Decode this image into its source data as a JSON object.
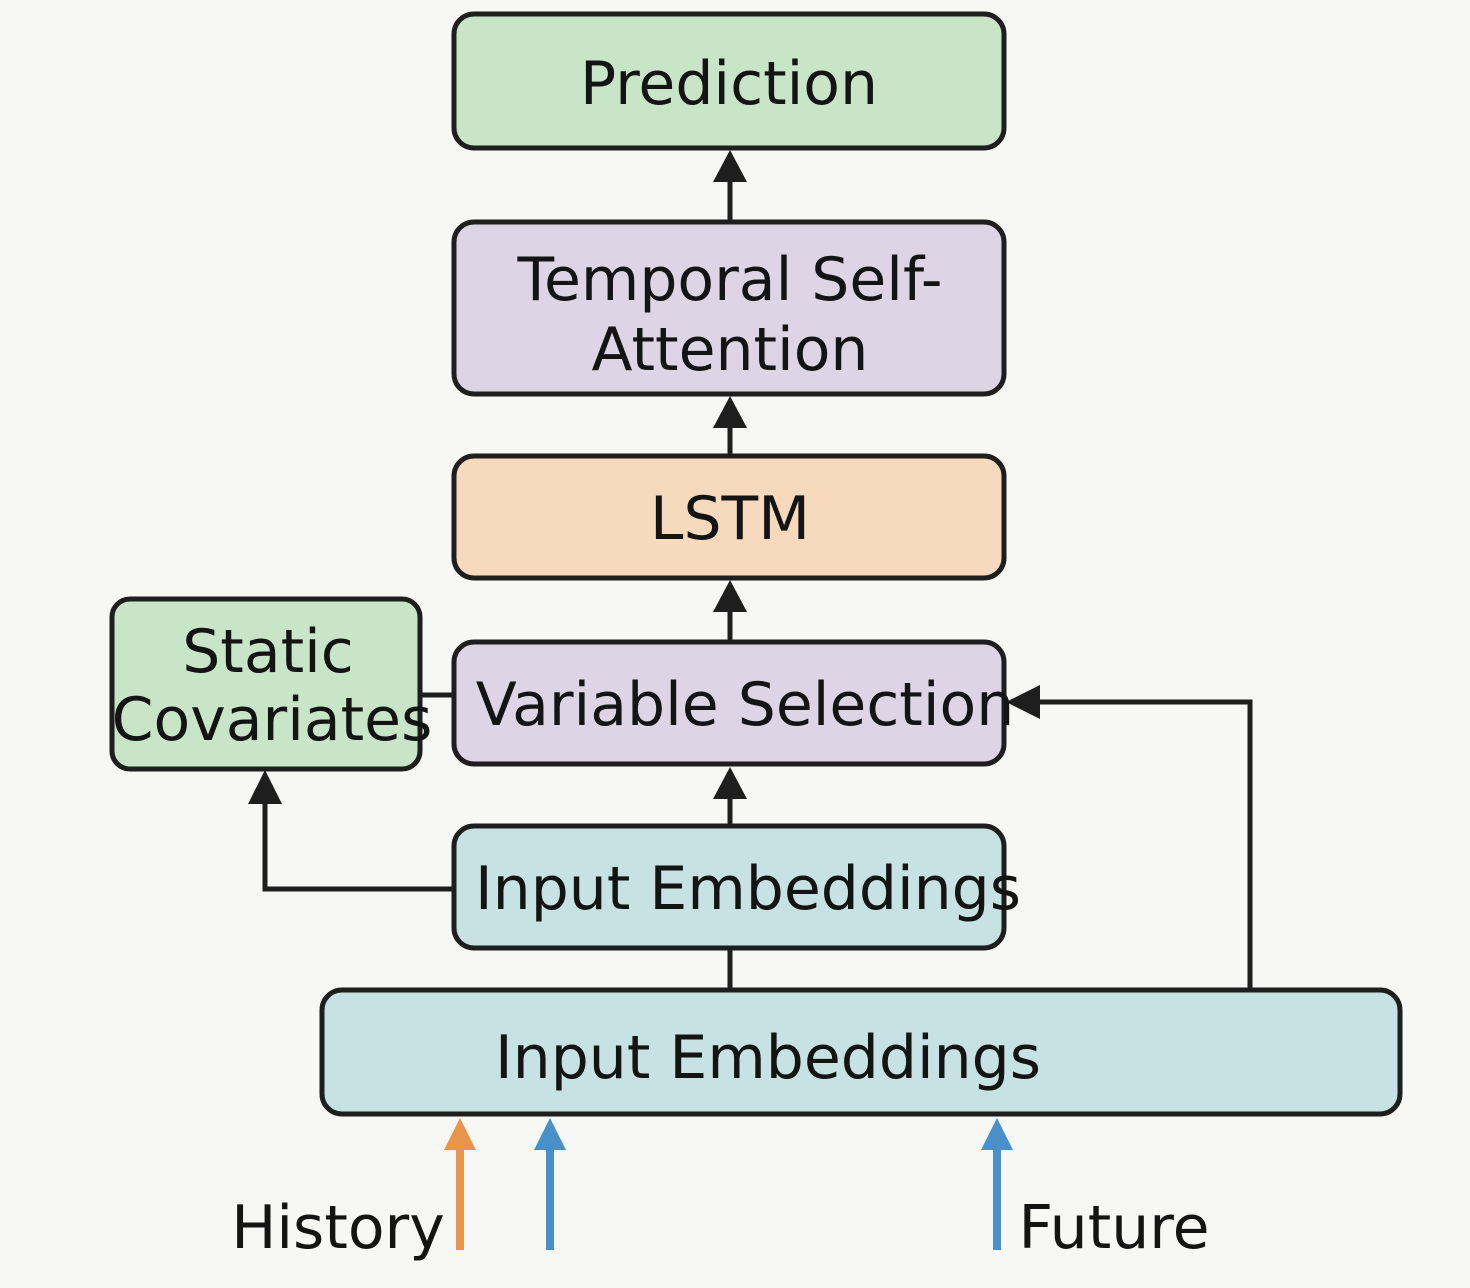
{
  "colors": {
    "green": "#c8e6c7",
    "purple": "#ddd4e6",
    "orange": "#f7d9bd",
    "teal": "#c6e2e2",
    "history_arrow": "#e8944a",
    "input_arrow": "#4a90c8"
  },
  "nodes": {
    "prediction": {
      "lines": [
        "Prediction"
      ]
    },
    "temporal_self_attention": {
      "lines": [
        "Temporal Self-",
        "Attention"
      ]
    },
    "lstm": {
      "lines": [
        "LSTM"
      ]
    },
    "static_covariates": {
      "lines": [
        "Static",
        "Covariates"
      ]
    },
    "variable_selection": {
      "lines": [
        "Variable Selection"
      ]
    },
    "input_embeddings_upper": {
      "lines": [
        "Input Embeddings"
      ]
    },
    "input_embeddings_lower": {
      "lines": [
        "Input Embeddings"
      ]
    }
  },
  "inputs": {
    "history_label": "History",
    "future_label": "Future"
  }
}
